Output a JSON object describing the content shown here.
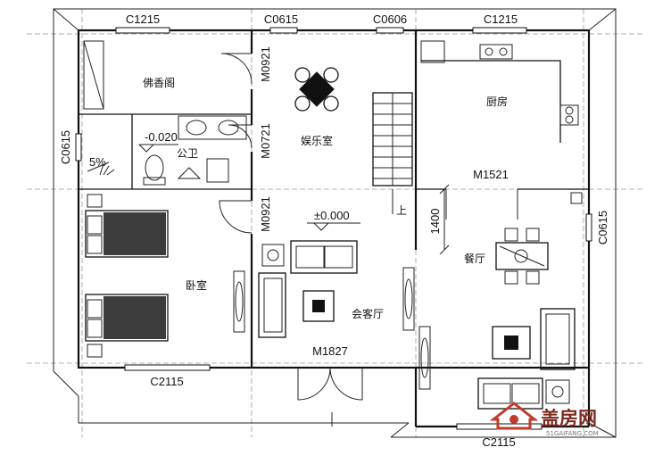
{
  "window_labels": {
    "top_left": "C1215",
    "top_mid_left": "C0615",
    "top_mid_right": "C0606",
    "top_right": "C1215",
    "left": "C0615",
    "right": "C0615",
    "bottom_left": "C2115",
    "bottom_right": "C2115"
  },
  "door_labels": {
    "buddha": "M0921",
    "bath": "M0721",
    "bedroom": "M0921",
    "kitchen": "M1521",
    "entrance": "M1827"
  },
  "rooms": {
    "buddha": "佛香阁",
    "bath": "公卫",
    "entertainment": "娱乐室",
    "kitchen": "厨房",
    "bedroom": "卧室",
    "living": "会客厅",
    "dining": "餐厅"
  },
  "annotations": {
    "bath_level": "-0.020",
    "slope": "5%",
    "floor_level": "±0.000",
    "stairs_up": "上",
    "dimension": "1400"
  },
  "watermark": {
    "name": "盖房网",
    "url": "51GAIFANG.COM",
    "color": "#c0392b"
  }
}
